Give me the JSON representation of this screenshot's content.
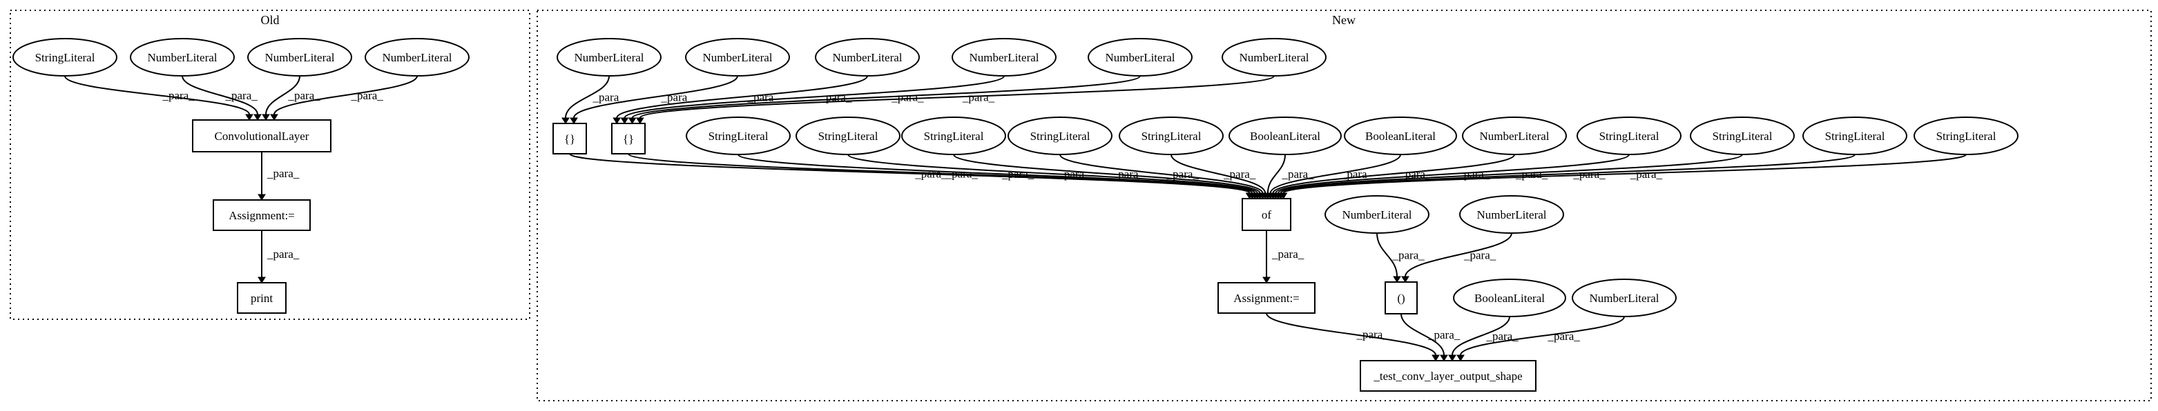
{
  "clusters": {
    "old": {
      "label": "Old"
    },
    "new": {
      "label": "New"
    }
  },
  "labels": {
    "StringLiteral": "StringLiteral",
    "NumberLiteral": "NumberLiteral",
    "BooleanLiteral": "BooleanLiteral",
    "ConvolutionalLayer": "ConvolutionalLayer",
    "Assignment": "Assignment:=",
    "print": "print",
    "braces": "{}",
    "of": "of",
    "parens": "()",
    "test_fn": "_test_conv_layer_output_shape",
    "edge": "_para_"
  },
  "nodes": [
    {
      "id": "o_s1",
      "kind": "StringLiteral",
      "shape": "ellipse"
    },
    {
      "id": "o_n1",
      "kind": "NumberLiteral",
      "shape": "ellipse"
    },
    {
      "id": "o_n2",
      "kind": "NumberLiteral",
      "shape": "ellipse"
    },
    {
      "id": "o_n3",
      "kind": "NumberLiteral",
      "shape": "ellipse"
    },
    {
      "id": "o_conv",
      "kind": "ConvolutionalLayer",
      "shape": "box"
    },
    {
      "id": "o_assign",
      "kind": "Assignment",
      "shape": "box"
    },
    {
      "id": "o_print",
      "kind": "print",
      "shape": "box"
    },
    {
      "id": "n_nl1",
      "kind": "NumberLiteral",
      "shape": "ellipse"
    },
    {
      "id": "n_nl2",
      "kind": "NumberLiteral",
      "shape": "ellipse"
    },
    {
      "id": "n_nl3",
      "kind": "NumberLiteral",
      "shape": "ellipse"
    },
    {
      "id": "n_nl4",
      "kind": "NumberLiteral",
      "shape": "ellipse"
    },
    {
      "id": "n_nl5",
      "kind": "NumberLiteral",
      "shape": "ellipse"
    },
    {
      "id": "n_nl6",
      "kind": "NumberLiteral",
      "shape": "ellipse"
    },
    {
      "id": "n_br1",
      "kind": "braces",
      "shape": "box"
    },
    {
      "id": "n_br2",
      "kind": "braces",
      "shape": "box"
    },
    {
      "id": "n_sl1",
      "kind": "StringLiteral",
      "shape": "ellipse"
    },
    {
      "id": "n_sl2",
      "kind": "StringLiteral",
      "shape": "ellipse"
    },
    {
      "id": "n_sl3",
      "kind": "StringLiteral",
      "shape": "ellipse"
    },
    {
      "id": "n_sl4",
      "kind": "StringLiteral",
      "shape": "ellipse"
    },
    {
      "id": "n_sl5",
      "kind": "StringLiteral",
      "shape": "ellipse"
    },
    {
      "id": "n_bl1",
      "kind": "BooleanLiteral",
      "shape": "ellipse"
    },
    {
      "id": "n_bl2",
      "kind": "BooleanLiteral",
      "shape": "ellipse"
    },
    {
      "id": "n_nl7",
      "kind": "NumberLiteral",
      "shape": "ellipse"
    },
    {
      "id": "n_sl6",
      "kind": "StringLiteral",
      "shape": "ellipse"
    },
    {
      "id": "n_sl7",
      "kind": "StringLiteral",
      "shape": "ellipse"
    },
    {
      "id": "n_sl8",
      "kind": "StringLiteral",
      "shape": "ellipse"
    },
    {
      "id": "n_sl9",
      "kind": "StringLiteral",
      "shape": "ellipse"
    },
    {
      "id": "n_of",
      "kind": "of",
      "shape": "box"
    },
    {
      "id": "n_nl8",
      "kind": "NumberLiteral",
      "shape": "ellipse"
    },
    {
      "id": "n_nl9",
      "kind": "NumberLiteral",
      "shape": "ellipse"
    },
    {
      "id": "n_par",
      "kind": "parens",
      "shape": "box"
    },
    {
      "id": "n_assign",
      "kind": "Assignment",
      "shape": "box"
    },
    {
      "id": "n_bl3",
      "kind": "BooleanLiteral",
      "shape": "ellipse"
    },
    {
      "id": "n_nl10",
      "kind": "NumberLiteral",
      "shape": "ellipse"
    },
    {
      "id": "n_test",
      "kind": "test_fn",
      "shape": "box"
    }
  ],
  "edges": [
    {
      "from": "o_s1",
      "to": "o_conv"
    },
    {
      "from": "o_n1",
      "to": "o_conv"
    },
    {
      "from": "o_n2",
      "to": "o_conv"
    },
    {
      "from": "o_n3",
      "to": "o_conv"
    },
    {
      "from": "o_conv",
      "to": "o_assign"
    },
    {
      "from": "o_assign",
      "to": "o_print"
    },
    {
      "from": "n_nl1",
      "to": "n_br1"
    },
    {
      "from": "n_nl2",
      "to": "n_br1"
    },
    {
      "from": "n_nl3",
      "to": "n_br2"
    },
    {
      "from": "n_nl4",
      "to": "n_br2"
    },
    {
      "from": "n_nl5",
      "to": "n_br2"
    },
    {
      "from": "n_nl6",
      "to": "n_br2"
    },
    {
      "from": "n_br1",
      "to": "n_of"
    },
    {
      "from": "n_br2",
      "to": "n_of"
    },
    {
      "from": "n_sl1",
      "to": "n_of"
    },
    {
      "from": "n_sl2",
      "to": "n_of"
    },
    {
      "from": "n_sl3",
      "to": "n_of"
    },
    {
      "from": "n_sl4",
      "to": "n_of"
    },
    {
      "from": "n_sl5",
      "to": "n_of"
    },
    {
      "from": "n_bl1",
      "to": "n_of"
    },
    {
      "from": "n_bl2",
      "to": "n_of"
    },
    {
      "from": "n_nl7",
      "to": "n_of"
    },
    {
      "from": "n_sl6",
      "to": "n_of"
    },
    {
      "from": "n_sl7",
      "to": "n_of"
    },
    {
      "from": "n_sl8",
      "to": "n_of"
    },
    {
      "from": "n_sl9",
      "to": "n_of"
    },
    {
      "from": "n_of",
      "to": "n_assign"
    },
    {
      "from": "n_nl8",
      "to": "n_par"
    },
    {
      "from": "n_nl9",
      "to": "n_par"
    },
    {
      "from": "n_assign",
      "to": "n_test"
    },
    {
      "from": "n_par",
      "to": "n_test"
    },
    {
      "from": "n_bl3",
      "to": "n_test"
    },
    {
      "from": "n_nl10",
      "to": "n_test"
    }
  ]
}
